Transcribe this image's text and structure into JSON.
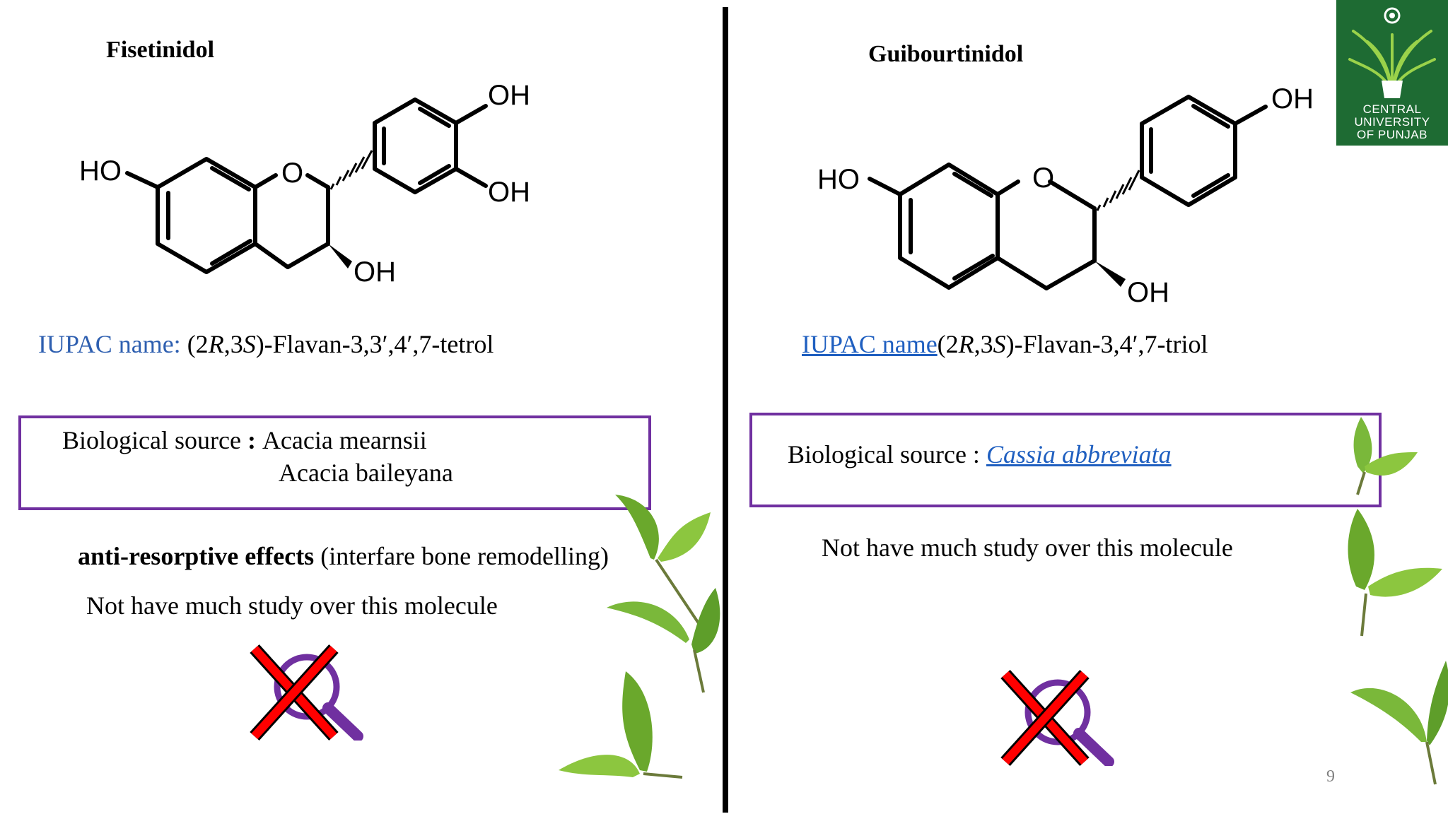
{
  "left": {
    "title": "Fisetinidol",
    "structure_labels": {
      "oh1": "OH",
      "oh2": "OH",
      "ho": "HO",
      "o": "O",
      "oh3": "OH"
    },
    "iupac_label": "IUPAC name:",
    "iupac_pre": " (2",
    "iupac_r": "R",
    "iupac_mid": ",3",
    "iupac_s": "S",
    "iupac_post": ")-Flavan-3,3′,4′,7-tetrol",
    "source_label": "Biological source",
    "source_colon": " : ",
    "source_line1": "Acacia mearnsii",
    "source_line2": "Acacia baileyana",
    "effect_bold": "anti-resorptive effects",
    "effect_rest": " (interfare bone remodelling)",
    "note": "Not have much study over this molecule"
  },
  "right": {
    "title": "Guibourtinidol",
    "structure_labels": {
      "oh1": "OH",
      "ho": "HO",
      "o": "O",
      "oh3": "OH"
    },
    "iupac_label": "IUPAC name",
    "iupac_pre": "(2",
    "iupac_r": "R",
    "iupac_mid": ",3",
    "iupac_s": "S",
    "iupac_post": ")-Flavan-3,4′,7-triol",
    "source_label": "Biological source : ",
    "source_link": "Cassia abbreviata",
    "note": "Not have much study over this molecule"
  },
  "logo": {
    "line1": "CENTRAL",
    "line2": "UNIVERSITY",
    "line3": "OF PUNJAB"
  },
  "page_number": "9",
  "icons": [
    "no-search-icon",
    "leaf-icon",
    "university-emblem-icon"
  ],
  "colors": {
    "box_border": "#7030a0",
    "iupac_blue": "#2e5fb0",
    "cross_red": "#ff0000",
    "magnifier_purple": "#7030a0",
    "logo_green": "#1e6b33"
  }
}
